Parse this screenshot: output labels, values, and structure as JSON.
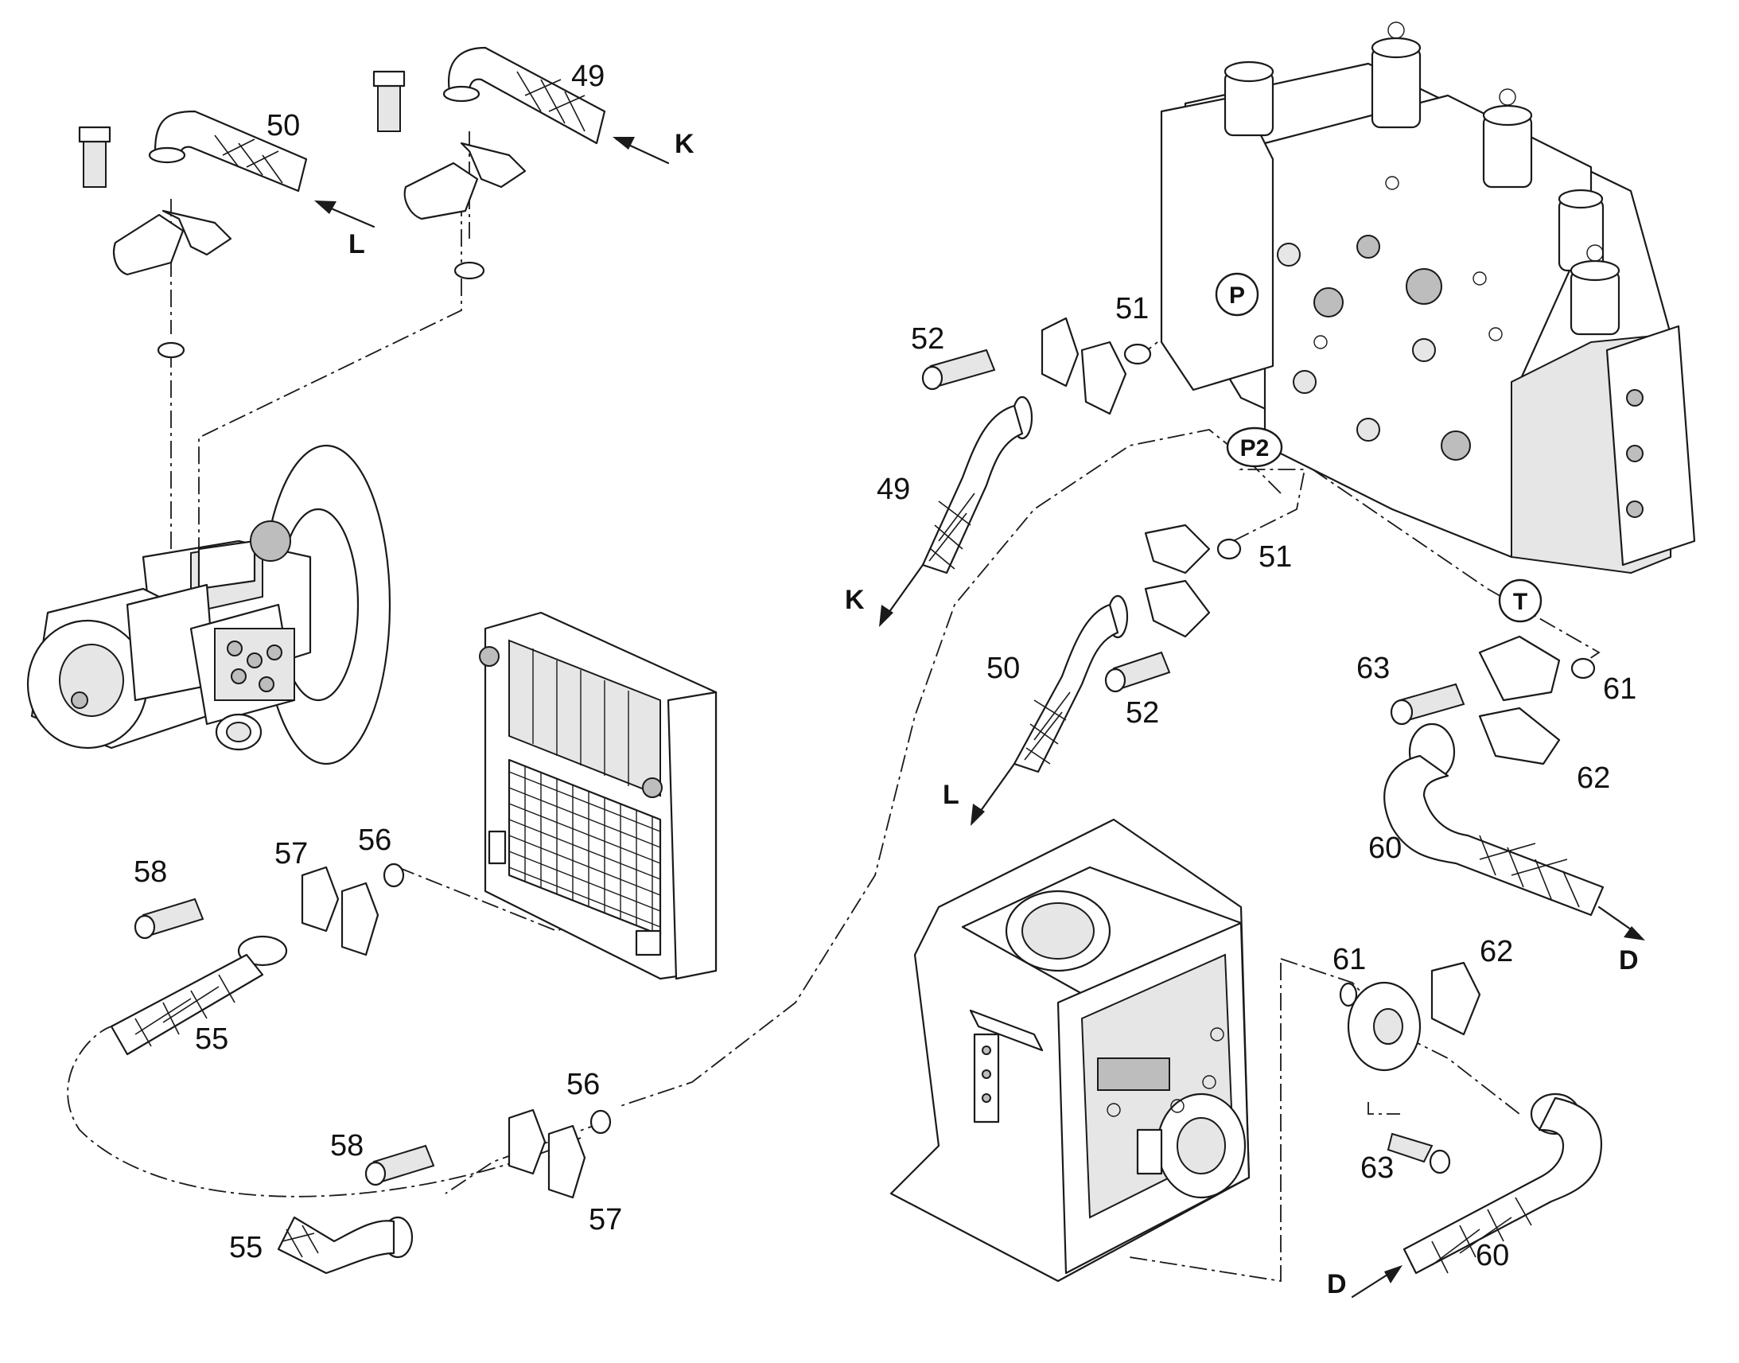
{
  "diagram": {
    "port_labels": {
      "p": "P",
      "p2": "P2",
      "t": "T"
    },
    "flow_letters": {
      "k_top": "K",
      "l_top": "L",
      "k_mid": "K",
      "l_mid": "L",
      "d_right": "D",
      "d_bottom": "D"
    },
    "part_numbers": {
      "n49_top": "49",
      "n50_top": "50",
      "n52_top": "52",
      "n51_top": "51",
      "n49_mid": "49",
      "n51_mid": "51",
      "n50_mid": "50",
      "n52_mid": "52",
      "n63_top": "63",
      "n61_top": "61",
      "n62_top": "62",
      "n60_top": "60",
      "n58_top": "58",
      "n57_top": "57",
      "n56_top": "56",
      "n55_top": "55",
      "n56_bot": "56",
      "n58_bot": "58",
      "n57_bot": "57",
      "n55_bot": "55",
      "n61_bot": "61",
      "n62_bot": "62",
      "n63_bot": "63",
      "n60_bot": "60"
    }
  }
}
